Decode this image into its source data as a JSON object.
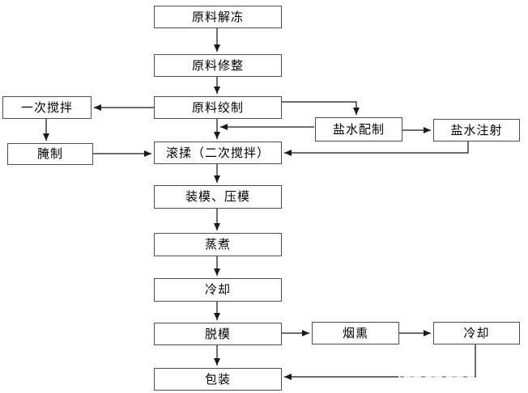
{
  "diagram": {
    "type": "flowchart",
    "language": "zh-CN",
    "colors": {
      "background": "#ffffff",
      "box_fill": "#ffffff",
      "box_border": "#4f4f4f",
      "connector": "#3d3d3d",
      "arrowhead": "#1a1a1a",
      "text": "#000000"
    },
    "nodes": {
      "thaw": {
        "label": "原料解冻"
      },
      "trim": {
        "label": "原料修整"
      },
      "grind": {
        "label": "原料绞制"
      },
      "stir1": {
        "label": "一次搅拌"
      },
      "marinate": {
        "label": "腌制"
      },
      "brine_prep": {
        "label": "盐水配制"
      },
      "brine_inject": {
        "label": "盐水注射"
      },
      "tumble": {
        "label": "滚揉（二次搅拌）"
      },
      "mold": {
        "label": "装模、压模"
      },
      "steam": {
        "label": "蒸煮"
      },
      "cool1": {
        "label": "冷却"
      },
      "demold": {
        "label": "脱模"
      },
      "smoke": {
        "label": "烟熏"
      },
      "cool2": {
        "label": "冷却"
      },
      "pack": {
        "label": "包装"
      }
    },
    "edges": [
      {
        "from": "thaw",
        "to": "trim"
      },
      {
        "from": "trim",
        "to": "grind"
      },
      {
        "from": "grind",
        "to": "stir1"
      },
      {
        "from": "stir1",
        "to": "marinate"
      },
      {
        "from": "marinate",
        "to": "tumble"
      },
      {
        "from": "grind",
        "to": "tumble"
      },
      {
        "from": "grind",
        "to": "brine_prep"
      },
      {
        "from": "brine_prep",
        "to": "tumble"
      },
      {
        "from": "brine_prep",
        "to": "brine_inject"
      },
      {
        "from": "brine_inject",
        "to": "tumble"
      },
      {
        "from": "tumble",
        "to": "mold"
      },
      {
        "from": "mold",
        "to": "steam"
      },
      {
        "from": "steam",
        "to": "cool1"
      },
      {
        "from": "cool1",
        "to": "demold"
      },
      {
        "from": "demold",
        "to": "smoke"
      },
      {
        "from": "smoke",
        "to": "cool2"
      },
      {
        "from": "demold",
        "to": "pack"
      },
      {
        "from": "cool2",
        "to": "pack"
      }
    ]
  }
}
